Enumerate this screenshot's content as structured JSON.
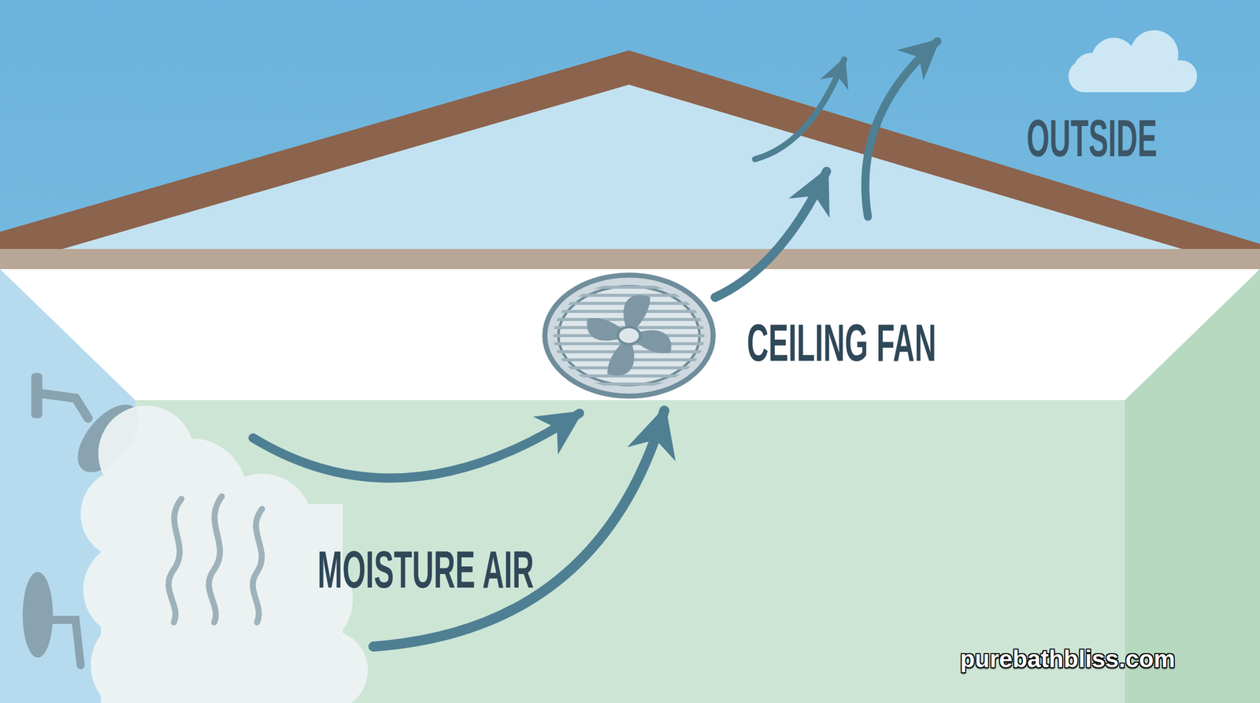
{
  "diagram": {
    "labels": [
      "OUTSIDE",
      "CEILING FAN",
      "MOISTURE AIR",
      "purebathbliss.com"
    ]
  }
}
